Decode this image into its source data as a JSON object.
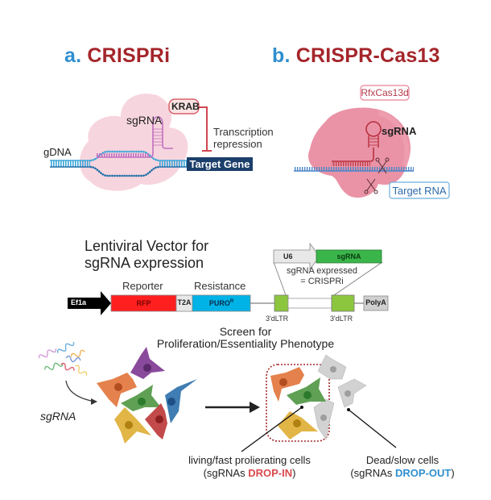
{
  "panel_a": {
    "letter": "a.",
    "title": "CRISPRi",
    "labels": {
      "sgrna": "sgRNA",
      "krab": "KRAB",
      "transcription_line1": "Transcription",
      "transcription_line2": "repression",
      "gdna": "gDNA",
      "target_gene": "Target Gene"
    }
  },
  "panel_b": {
    "letter": "b.",
    "title": "CRISPR-Cas13",
    "labels": {
      "enzyme": "RfxCas13d",
      "sgrna": "sgRNA",
      "target_rna": "Target RNA"
    }
  },
  "vector": {
    "title_line1": "Lentiviral Vector for",
    "title_line2": "sgRNA expression",
    "reporter_label": "Reporter",
    "resistance_label": "Resistance",
    "segments": {
      "promoter": "Ef1a",
      "rfp": "RFP",
      "t2a": "T2A",
      "puro": "PURO",
      "puro_sup": "R",
      "ltr_left": "3'dLTR",
      "ltr_right": "3'dLTR",
      "polya": "PolyA",
      "u6": "U6",
      "sgrna": "sgRNA"
    },
    "note_line1": "sgRNA expressed",
    "note_line2": "= CRISPRi"
  },
  "screen": {
    "title_line1": "Screen for",
    "title_line2": "Proliferation/Essentiality Phenotype",
    "sgrna_label": "sgRNA",
    "living_line1": "living/fast prolierating cells",
    "living_pre": "(sgRNAs ",
    "living_highlight": "DROP-IN",
    "living_post": ")",
    "dead_line1": "Dead/slow cells",
    "dead_pre": "(sgRNAs ",
    "dead_highlight": "DROP-OUT",
    "dead_post": ")"
  },
  "colors": {
    "letter_blue": "#2f8fce",
    "title_red": "#a4252a",
    "drop_in": "#d9484c",
    "drop_out": "#2f8fce",
    "rfp": "#ff1f1f",
    "puro": "#00b3e6",
    "ltr_green": "#8cc63f",
    "sgrna_green": "#3ab54a"
  }
}
